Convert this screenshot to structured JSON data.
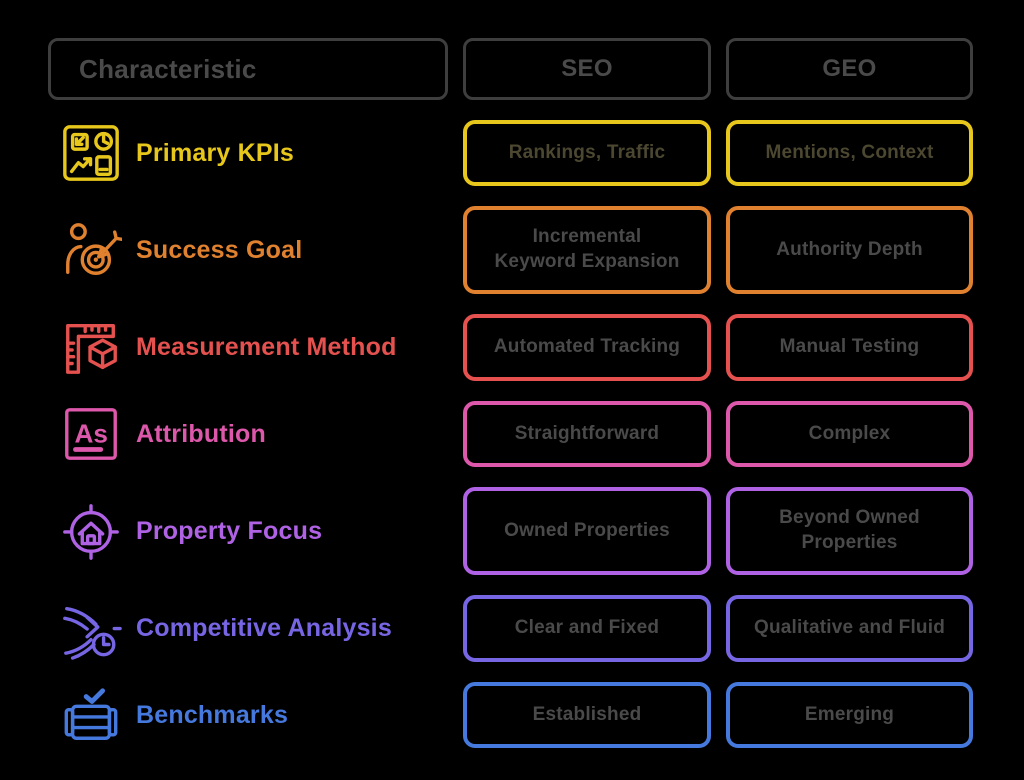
{
  "colors": {
    "background": "#000000",
    "header_border": "#3e3e3e",
    "header_text": "#4a4a4a",
    "cell_text": "#4a4a4a"
  },
  "header": {
    "characteristic": "Characteristic",
    "seo": "SEO",
    "geo": "GEO"
  },
  "rows": [
    {
      "label": "Primary KPIs",
      "icon": "kpi-dashboard-icon",
      "accent": "#e7c71b",
      "value_text_color": "#4b4730",
      "seo": "Rankings, Traffic",
      "geo": "Mentions, Context"
    },
    {
      "label": "Success Goal",
      "icon": "person-target-icon",
      "accent": "#e0812f",
      "seo": "Incremental\nKeyword Expansion",
      "geo": "Authority Depth"
    },
    {
      "label": "Measurement Method",
      "icon": "ruler-cube-icon",
      "accent": "#e4514f",
      "seo": "Automated Tracking",
      "geo": "Manual Testing"
    },
    {
      "label": "Attribution",
      "icon": "letter-attribution-icon",
      "accent": "#dd58ab",
      "seo": "Straightforward",
      "geo": "Complex"
    },
    {
      "label": "Property Focus",
      "icon": "house-target-icon",
      "accent": "#b062e4",
      "seo": "Owned Properties",
      "geo": "Beyond Owned\nProperties"
    },
    {
      "label": "Competitive Analysis",
      "icon": "swoosh-clock-icon",
      "accent": "#7766e4",
      "seo": "Clear and Fixed",
      "geo": "Qualitative and Fluid"
    },
    {
      "label": "Benchmarks",
      "icon": "stack-check-icon",
      "accent": "#4679dd",
      "seo": "Established",
      "geo": "Emerging"
    }
  ]
}
